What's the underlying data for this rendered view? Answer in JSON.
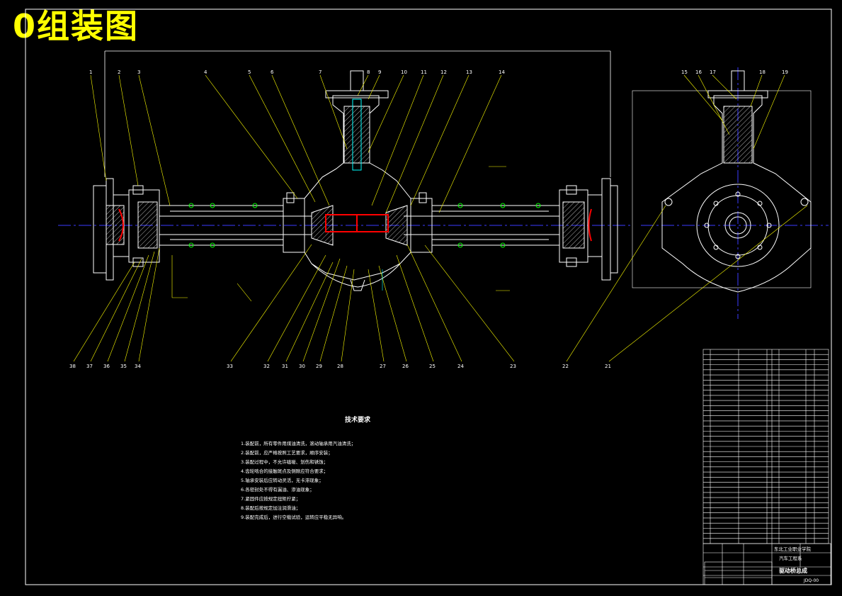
{
  "title": "0组装图",
  "tech_requirements": {
    "heading": "技术要求",
    "items": [
      "1.装配前，所有零件用煤油清洗，滚动轴承用汽油清洗；",
      "2.装配前，应严格按照工艺要求，顺序安装；",
      "3.装配过程中，不允许磕碰、划伤和锈蚀；",
      "4.齿轮啮合的接触斑点及侧隙应符合要求；",
      "5.轴承安装后应转动灵活，无卡滞现象；",
      "6.各密封处不得有漏油、渗油现象；",
      "7.紧固件应按规定扭矩拧紧；",
      "8.装配后按规定加注润滑油；",
      "9.装配完成后，进行空载试验，运转应平稳无异响。"
    ]
  },
  "title_block": {
    "school": "东北工业职业学院",
    "dept": "汽车工程系",
    "drawing_name": "驱动桥总成",
    "drawing_no": "JDQ-00"
  },
  "part_numbers_top": [
    "1",
    "2",
    "3",
    "4",
    "5",
    "6",
    "7",
    "8",
    "9",
    "10",
    "11",
    "12",
    "13",
    "14"
  ],
  "part_numbers_side": [
    "15",
    "16",
    "17",
    "18",
    "19"
  ],
  "part_numbers_bottom": [
    "38",
    "37",
    "36",
    "35",
    "34",
    "33",
    "32",
    "31",
    "30",
    "29",
    "28",
    "27",
    "26",
    "25",
    "24",
    "23",
    "22",
    "21"
  ],
  "colors": {
    "line": "#ffffff",
    "leader": "#ffff00",
    "center": "#3b3bff",
    "hatch": "#ff0000",
    "green": "#00ff00",
    "cyan": "#00ffff",
    "title": "#ffff00"
  }
}
